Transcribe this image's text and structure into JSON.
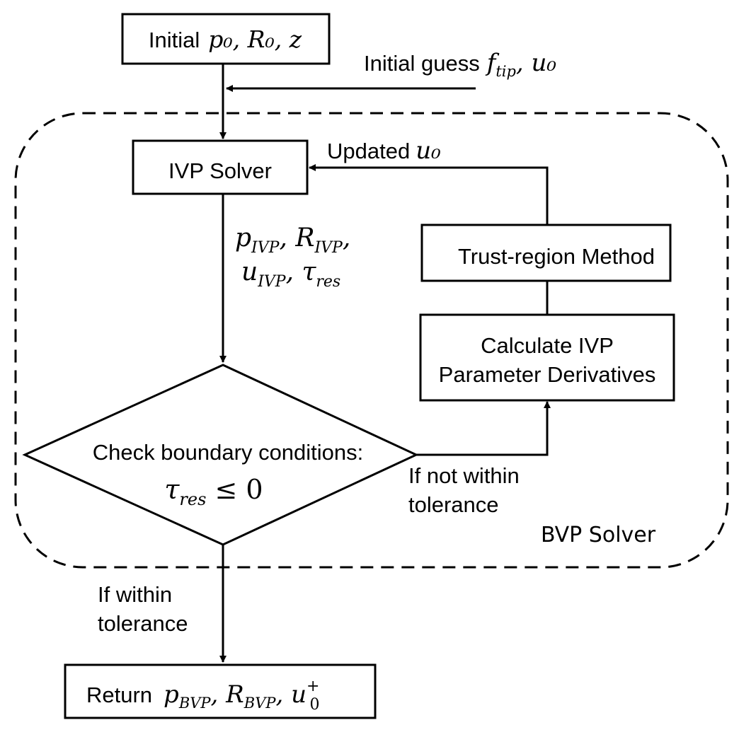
{
  "nodes": {
    "initial": {
      "label": "Initial",
      "math": "p₀, R₀, z"
    },
    "initial_guess": {
      "label": "Initial guess",
      "math": "f",
      "sub": "tip",
      "math2": ", u₀"
    },
    "ivp_solver": {
      "label": "IVP Solver"
    },
    "ivp_outputs": {
      "line1": [
        {
          "b": "p",
          "s": "IVP",
          "t": ", "
        },
        {
          "b": "R",
          "s": "IVP",
          "t": ","
        }
      ],
      "line2": [
        {
          "b": "u",
          "s": "IVP",
          "t": ", "
        },
        {
          "b": "τ",
          "s": "res",
          "t": ""
        }
      ]
    },
    "updated": {
      "label": "Updated",
      "math": "u₀"
    },
    "trust_region": {
      "label": "Trust-region Method"
    },
    "calculate": {
      "line1": "Calculate IVP",
      "line2": "Parameter Derivatives"
    },
    "check": {
      "label": "Check boundary conditions:",
      "math": "τ",
      "sub": "res",
      "math2": " ≤ 0"
    },
    "not_within": {
      "line1": "If not within",
      "line2": "tolerance"
    },
    "bvp_solver": {
      "label": "BVP Solver"
    },
    "within": {
      "line1": "If within",
      "line2": "tolerance"
    },
    "return": {
      "label": "Return",
      "math": "p",
      "sub1": "BVP",
      "math2": ", R",
      "sub2": "BVP",
      "math3": ", u",
      "sup3": "+",
      "sub3": "0"
    }
  }
}
